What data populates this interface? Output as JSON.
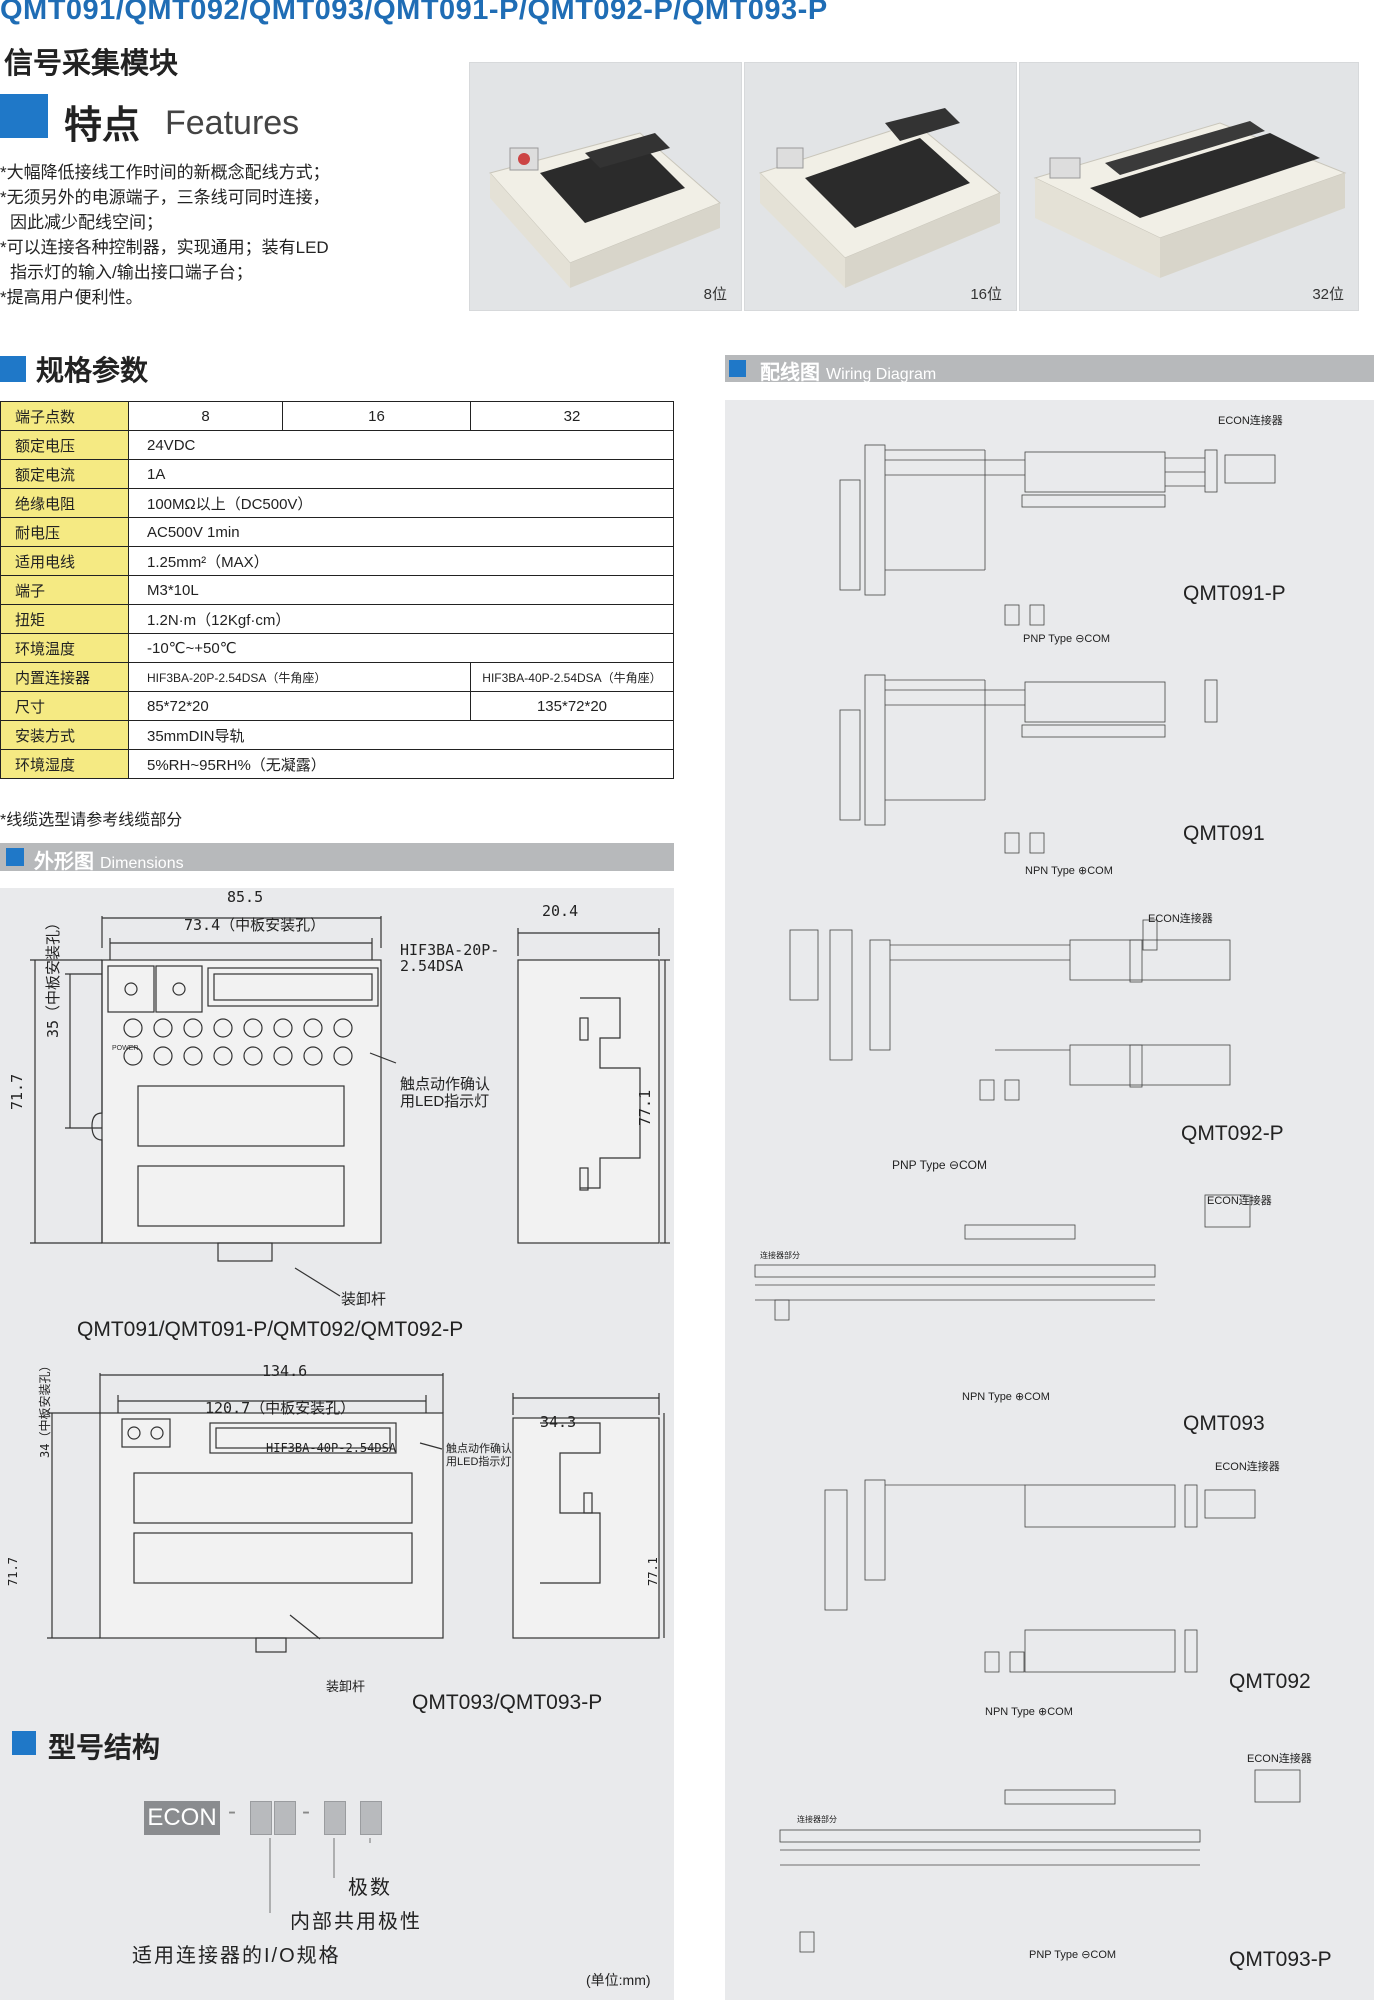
{
  "header": {
    "title": "QMT091/QMT092/QMT093/QMT091-P/QMT092-P/QMT093-P",
    "subtitle": "信号采集模块"
  },
  "features": {
    "title_cn": "特点",
    "title_en": "Features",
    "items": [
      "*大幅降低接线工作时间的新概念配线方式；",
      "*无须另外的电源端子，三条线可同时连接，",
      "  因此减少配线空间；",
      "*可以连接各种控制器，实现通用；装有LED",
      "  指示灯的输入/输出接口端子台；",
      "*提高用户便利性。"
    ]
  },
  "photos": [
    {
      "caption": "8位"
    },
    {
      "caption": "16位"
    },
    {
      "caption": "32位"
    }
  ],
  "specs": {
    "title": "规格参数",
    "rows": {
      "points": {
        "label": "端子点数",
        "v1": "8",
        "v2": "16",
        "v3": "32"
      },
      "voltage": {
        "label": "额定电压",
        "value": "24VDC"
      },
      "current": {
        "label": "额定电流",
        "value": "1A"
      },
      "insulation": {
        "label": "绝缘电阻",
        "value": "100MΩ以上（DC500V）"
      },
      "withstand": {
        "label": "耐电压",
        "value": "AC500V  1min"
      },
      "wire": {
        "label": "适用电线",
        "value": "1.25mm²（MAX）"
      },
      "terminal": {
        "label": "端子",
        "value": "M3*10L"
      },
      "torque": {
        "label": "扭矩",
        "value": "1.2N·m（12Kgf·cm）"
      },
      "temp": {
        "label": "环境温度",
        "value": "-10℃~+50℃"
      },
      "connector": {
        "label": "内置连接器",
        "v1": "HIF3BA-20P-2.54DSA（牛角座）",
        "v2": "HIF3BA-40P-2.54DSA（牛角座）"
      },
      "size": {
        "label": "尺寸",
        "v1": "85*72*20",
        "v2": "135*72*20"
      },
      "mount": {
        "label": "安装方式",
        "value": "35mmDIN导轨"
      },
      "humidity": {
        "label": "环境湿度",
        "value": "5%RH~95RH%（无凝露）"
      }
    },
    "note": "*线缆选型请参考线缆部分"
  },
  "dimensions": {
    "title": "外形图",
    "title_en": "Dimensions",
    "d1": {
      "w_total": "85.5",
      "w_hole": "73.4（中板安装孔）",
      "depth": "20.4",
      "connector": "HIF3BA-20P-\n2.54DSA",
      "h_hole": "35（中板安装孔）",
      "h_left": "71.7",
      "h_right": "77.1",
      "led_note_1": "触点动作确认",
      "led_note_2": "用LED指示灯",
      "lever": "装卸杆",
      "power": "POWER",
      "caption": "QMT091/QMT091-P/QMT092/QMT092-P"
    },
    "d2": {
      "w_total": "134.6",
      "w_hole": "120.7（中板安装孔）",
      "depth": "34.3",
      "connector": "HIF3BA-40P-2.54DSA",
      "h_hole": "34（中板安装孔）",
      "h_left": "71.7",
      "h_right": "77.1",
      "led_note_1": "触点动作确认",
      "led_note_2": "用LED指示灯",
      "lever": "装卸杆",
      "caption": "QMT093/QMT093-P"
    }
  },
  "model": {
    "title": "型号结构",
    "prefix": "ECON",
    "dash": "-",
    "label_poles": "极数",
    "label_common": "内部共用极性",
    "label_spec": "适用连接器的I/O规格",
    "unit": "(单位:mm)"
  },
  "wiring": {
    "title": "配线图",
    "title_en": "Wiring Diagram",
    "econ": "ECON连接器",
    "conn_part": "连接器部分",
    "diagrams": [
      {
        "model": "QMT091-P",
        "type": "PNP Type",
        "com": "⊖COM"
      },
      {
        "model": "QMT091",
        "type": "NPN Type",
        "com": "⊕COM"
      },
      {
        "model": "QMT092-P",
        "type": "PNP Type",
        "com": "⊖COM"
      },
      {
        "model": "QMT093",
        "type": "NPN Type",
        "com": "⊕COM"
      },
      {
        "model": "QMT092",
        "type": "NPN Type",
        "com": "⊕COM"
      },
      {
        "model": "QMT093-P",
        "type": "PNP Type",
        "com": "⊖COM"
      }
    ]
  }
}
